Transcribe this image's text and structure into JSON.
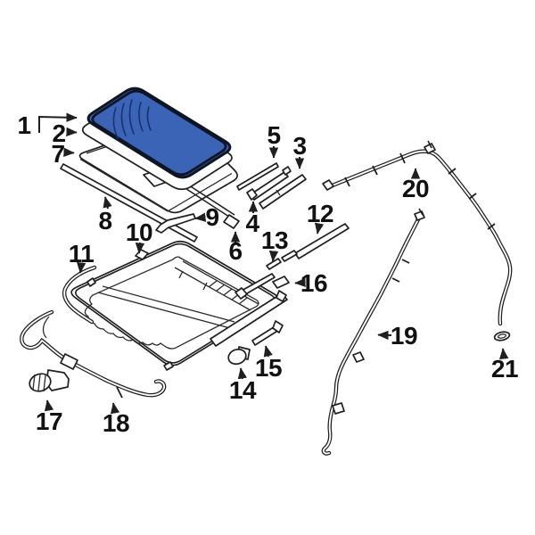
{
  "diagram": {
    "colors": {
      "background": "#ffffff",
      "line": "#1f1f1f",
      "glass_fill": "#3b63b6",
      "glass_edge_dark": "#16336f",
      "glass_outline": "#0e1524"
    },
    "callouts": [
      {
        "number": "1"
      },
      {
        "number": "2"
      },
      {
        "number": "3"
      },
      {
        "number": "4"
      },
      {
        "number": "5"
      },
      {
        "number": "6"
      },
      {
        "number": "7"
      },
      {
        "number": "8"
      },
      {
        "number": "9"
      },
      {
        "number": "10"
      },
      {
        "number": "11"
      },
      {
        "number": "12"
      },
      {
        "number": "13"
      },
      {
        "number": "14"
      },
      {
        "number": "15"
      },
      {
        "number": "16"
      },
      {
        "number": "17"
      },
      {
        "number": "18"
      },
      {
        "number": "19"
      },
      {
        "number": "20"
      },
      {
        "number": "21"
      }
    ]
  }
}
